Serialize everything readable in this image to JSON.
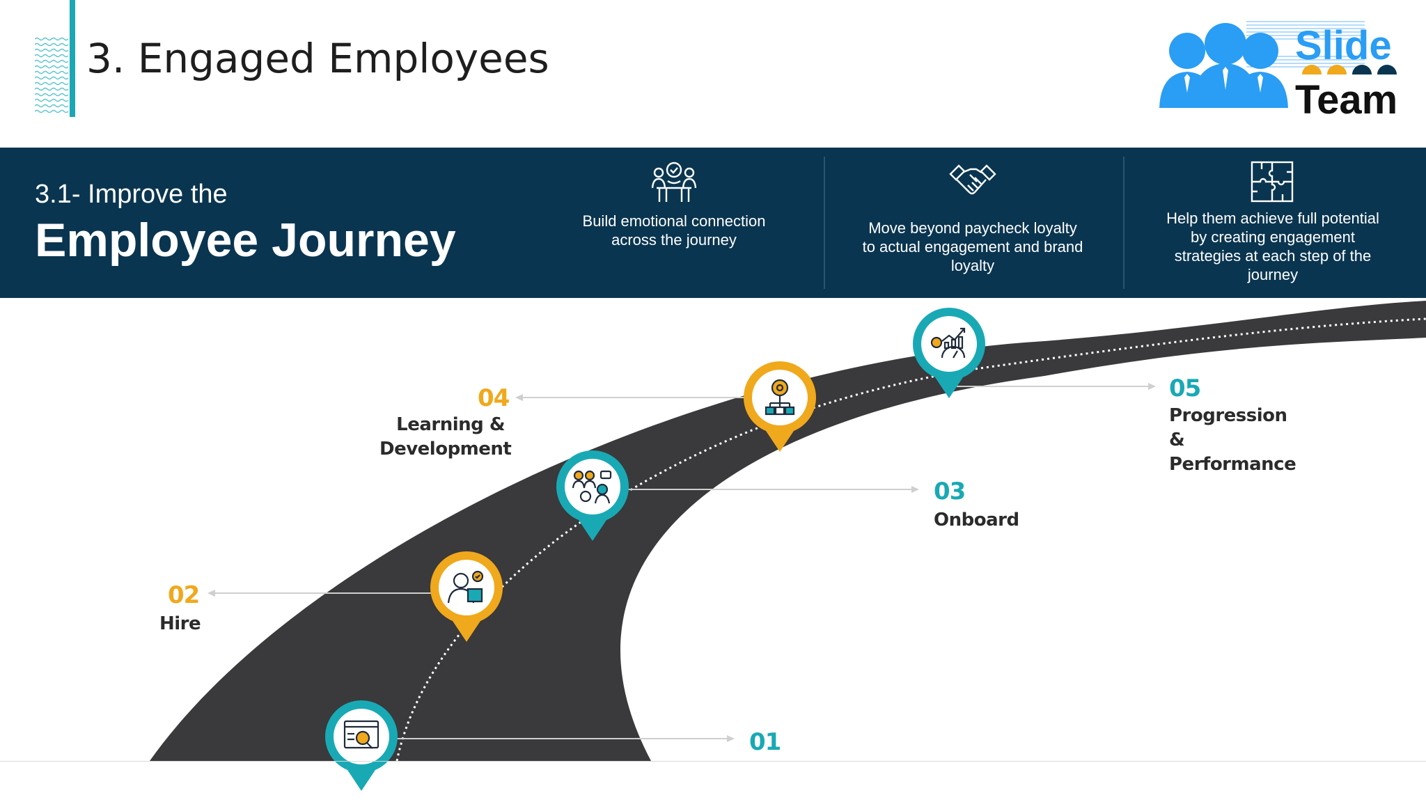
{
  "header": {
    "title": "3. Engaged Employees",
    "logo_text_top": "Slide",
    "logo_text_bottom": "Team"
  },
  "banner": {
    "subtitle_prefix": "3.1- Improve the",
    "subtitle_main": "Employee Journey",
    "items": [
      {
        "icon": "team-connection-icon",
        "text": "Build emotional connection across the journey"
      },
      {
        "icon": "handshake-icon",
        "text": "Move beyond paycheck loyalty to actual engagement and brand loyalty"
      },
      {
        "icon": "puzzle-icon",
        "text": "Help them achieve full potential by creating engagement strategies at each step of the journey"
      }
    ]
  },
  "steps": [
    {
      "number": "01",
      "label": "",
      "icon": "recruitment-search-icon"
    },
    {
      "number": "02",
      "label": "Hire",
      "icon": "hired-employee-icon"
    },
    {
      "number": "03",
      "label": "Onboard",
      "icon": "team-onboarding-icon"
    },
    {
      "number": "04",
      "label": "Learning & Development",
      "icon": "skill-development-icon"
    },
    {
      "number": "05",
      "label": "Progression & Performance",
      "icon": "growth-chart-icon"
    }
  ],
  "colors": {
    "banner": "#0a3550",
    "teal": "#19a9b5",
    "gold": "#f0a81c",
    "road": "#3a393b"
  }
}
